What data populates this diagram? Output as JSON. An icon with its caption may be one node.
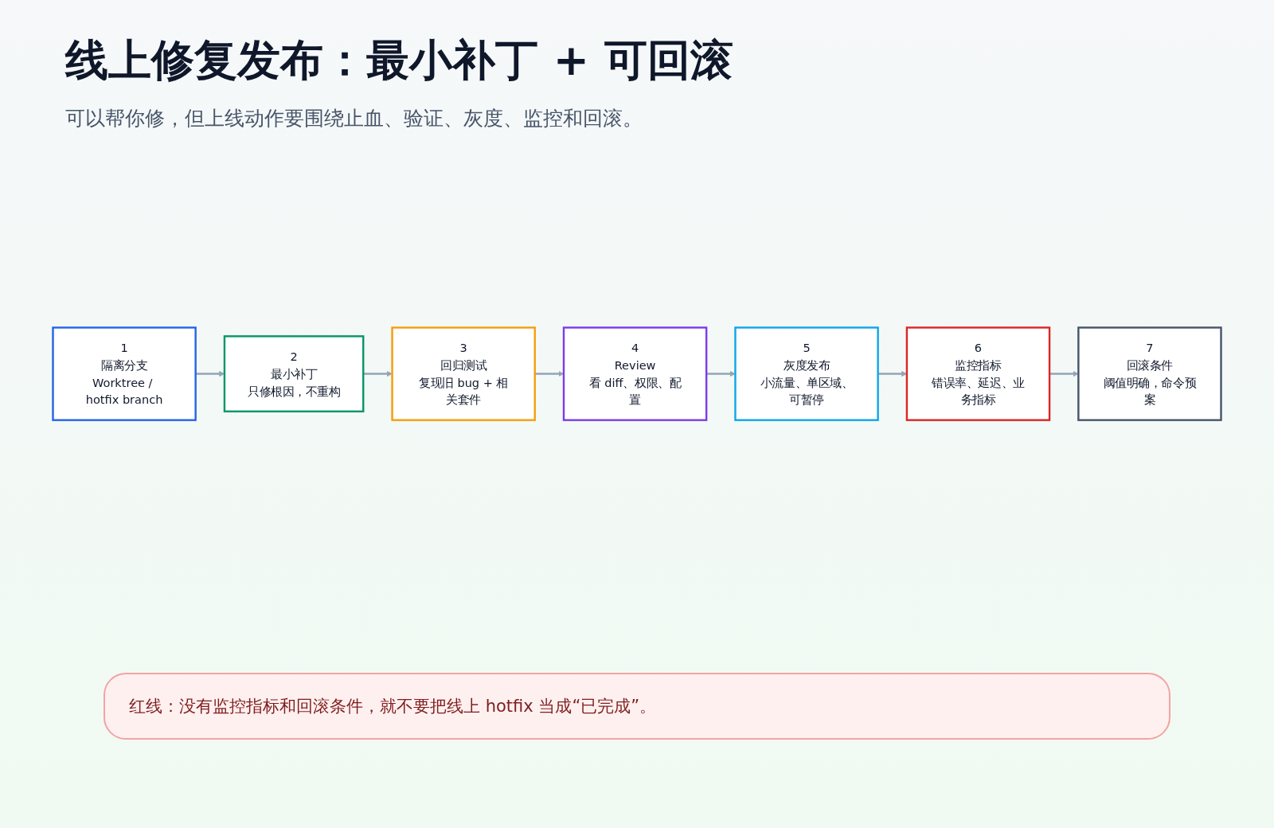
{
  "diagram": {
    "title": "线上修复发布：最小补丁 + 可回滚",
    "caption": "可以帮你修，但上线动作要围绕止血、验证、灰度、监控和回滚。",
    "nodes": [
      {
        "text": [
          "1",
          "隔离分支",
          "Worktree / hotfix branch"
        ]
      },
      {
        "text": [
          "2",
          "最小补丁",
          "只修根因，不重构"
        ]
      },
      {
        "text": [
          "3",
          "回归测试",
          "复现旧 bug + 相关套件"
        ]
      },
      {
        "text": [
          "4",
          "Review",
          "看 diff、权限、配置"
        ]
      },
      {
        "text": [
          "5",
          "灰度发布",
          "小流量、单区域、可暂停"
        ]
      },
      {
        "text": [
          "6",
          "监控指标",
          "错误率、延迟、业务指标"
        ]
      },
      {
        "text": [
          "7",
          "回滚条件",
          "阈值明确，命令预案"
        ]
      }
    ],
    "edges": [
      {
        "from": 0,
        "to": 1,
        "arrow": "to"
      },
      {
        "from": 1,
        "to": 2,
        "arrow": "to"
      },
      {
        "from": 2,
        "to": 3,
        "arrow": "to"
      },
      {
        "from": 3,
        "to": 4,
        "arrow": "to"
      },
      {
        "from": 4,
        "to": 5,
        "arrow": "to"
      },
      {
        "from": 5,
        "to": 6,
        "arrow": "to"
      }
    ],
    "labels": [
      "红线：没有监控指标和回滚条件，就不要把线上 hotfix 当成“已完成”。"
    ]
  }
}
